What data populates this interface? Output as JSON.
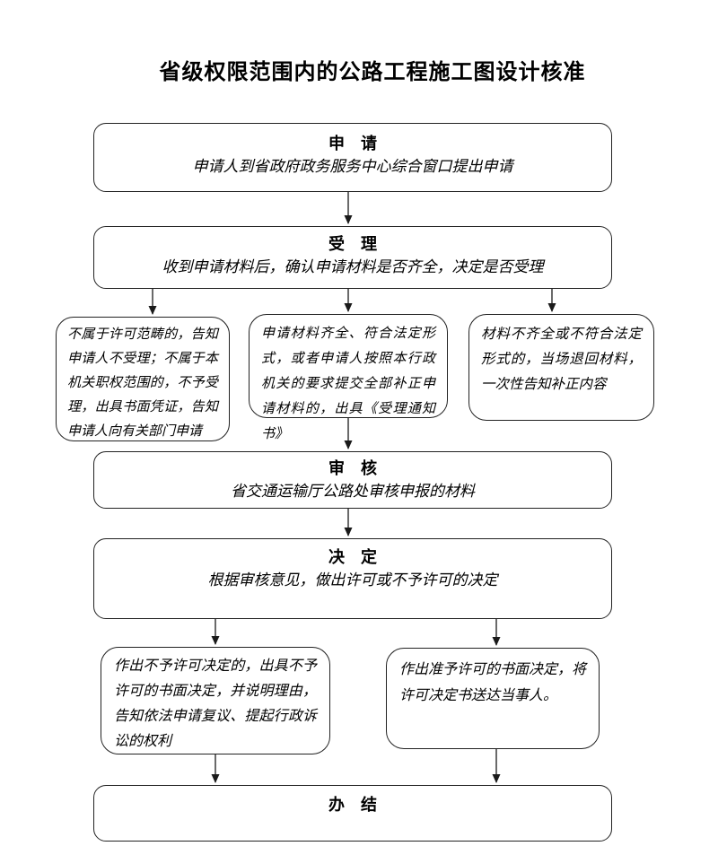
{
  "page": {
    "title": "省级权限范围内的公路工程施工图设计核准"
  },
  "flow": {
    "apply": {
      "title": "申　请",
      "desc": "申请人到省政府政务服务中心综合窗口提出申请"
    },
    "accept": {
      "title": "受　理",
      "desc": "收到申请材料后，确认申请材料是否齐全，决定是否受理"
    },
    "branch_not_accepted": {
      "text": "不属于许可范畴的，告知申请人不受理；不属于本机关职权范围的，不予受理，出具书面凭证，告知申请人向有关部门申请"
    },
    "branch_accepted": {
      "text": "申请材料齐全、符合法定形式，或者申请人按照本行政机关的要求提交全部补正申请材料的，出具《受理通知书》"
    },
    "branch_return": {
      "text": "材料不齐全或不符合法定形式的，当场退回材料，一次性告知补正内容"
    },
    "review": {
      "title": "审　核",
      "desc": "省交通运输厅公路处审核申报的材料"
    },
    "decision": {
      "title": "决　定",
      "desc": "根据审核意见，做出许可或不予许可的决定"
    },
    "deny": {
      "text": "作出不予许可决定的，出具不予许可的书面决定，并说明理由，告知依法申请复议、提起行政诉讼的权利"
    },
    "grant": {
      "text": "作出准予许可的书面决定，将许可决定书送达当事人。"
    },
    "complete": {
      "title": "办　结"
    }
  },
  "colors": {
    "line": "#222222",
    "text": "#000000",
    "background": "#ffffff"
  }
}
